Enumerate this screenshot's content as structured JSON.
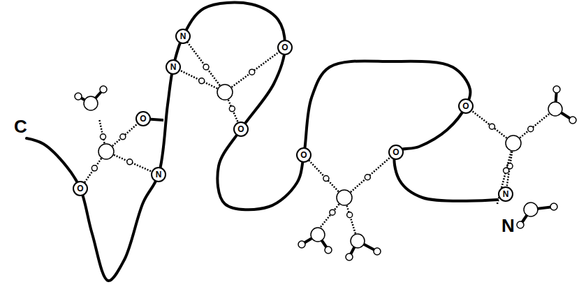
{
  "diagram": {
    "nodes": [
      {
        "text": [
          "O"
        ]
      },
      {
        "text": [
          "O"
        ]
      },
      {
        "text": [
          "N"
        ]
      },
      {
        "text": [
          "N"
        ]
      },
      {
        "text": [
          "N"
        ]
      },
      {
        "text": [
          "O"
        ]
      },
      {
        "text": [
          "O"
        ]
      },
      {
        "text": [
          "O"
        ]
      },
      {
        "text": [
          "O"
        ]
      },
      {
        "text": [
          "O"
        ]
      },
      {
        "text": [
          "N"
        ]
      }
    ],
    "labels": [
      "C",
      "N"
    ]
  }
}
